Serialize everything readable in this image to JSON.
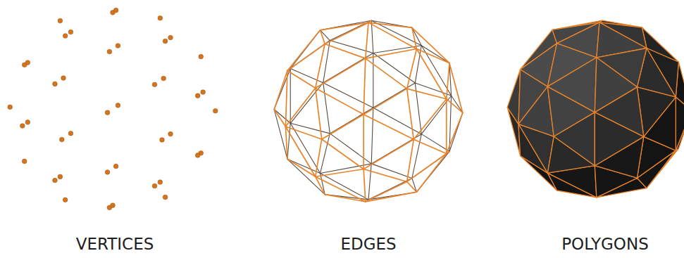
{
  "diagram": {
    "labels": [
      "VERTICES",
      "EDGES",
      "POLYGONS"
    ]
  }
}
